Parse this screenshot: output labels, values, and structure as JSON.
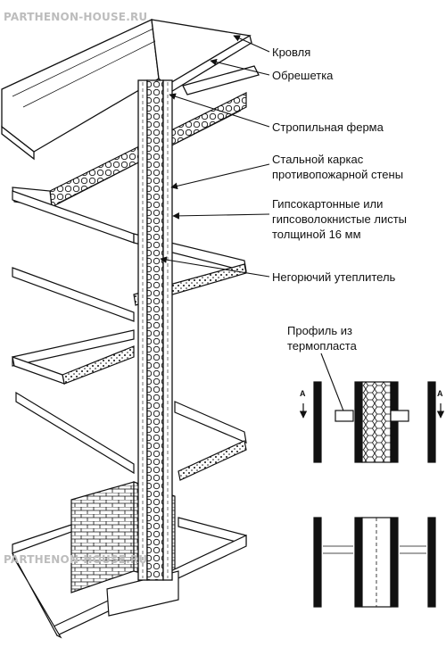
{
  "watermarks": {
    "top": "PARTHENON-HOUSE.RU",
    "bottom": "PARTHENON-HOUSE.RU"
  },
  "callouts": {
    "roofing": "Кровля",
    "battens": "Обрешетка",
    "truss": "Стропильная ферма",
    "steel_frame": [
      "Стальной каркас",
      "противопожарной стены"
    ],
    "gypsum_sheets": [
      "Гипсокартонные или",
      "гипсоволокнистые листы",
      "толщиной 16 мм"
    ],
    "insulation": "Негорючий утеплитель"
  },
  "detail": {
    "profile": [
      "Профиль из",
      "термопласта"
    ],
    "section_mark": "А"
  },
  "colors": {
    "ink": "#111111",
    "watermark": "#bdbdbd",
    "background": "#ffffff"
  }
}
